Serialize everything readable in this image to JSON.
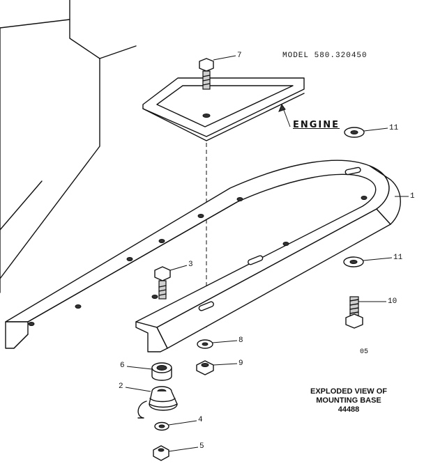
{
  "header": {
    "model_text": "MODEL 580.320450"
  },
  "engine_label": "ENGINE",
  "caption": {
    "line1": "EXPLODED VIEW OF",
    "line2": "MOUNTING BASE",
    "line3": "44488"
  },
  "corner_code": "05",
  "callouts": {
    "p1": "1",
    "p2": "2",
    "p3": "3",
    "p4": "4",
    "p5": "5",
    "p6": "6",
    "p7": "7",
    "p8": "8",
    "p9": "9",
    "p10": "10",
    "p11a": "11",
    "p11b": "11"
  }
}
